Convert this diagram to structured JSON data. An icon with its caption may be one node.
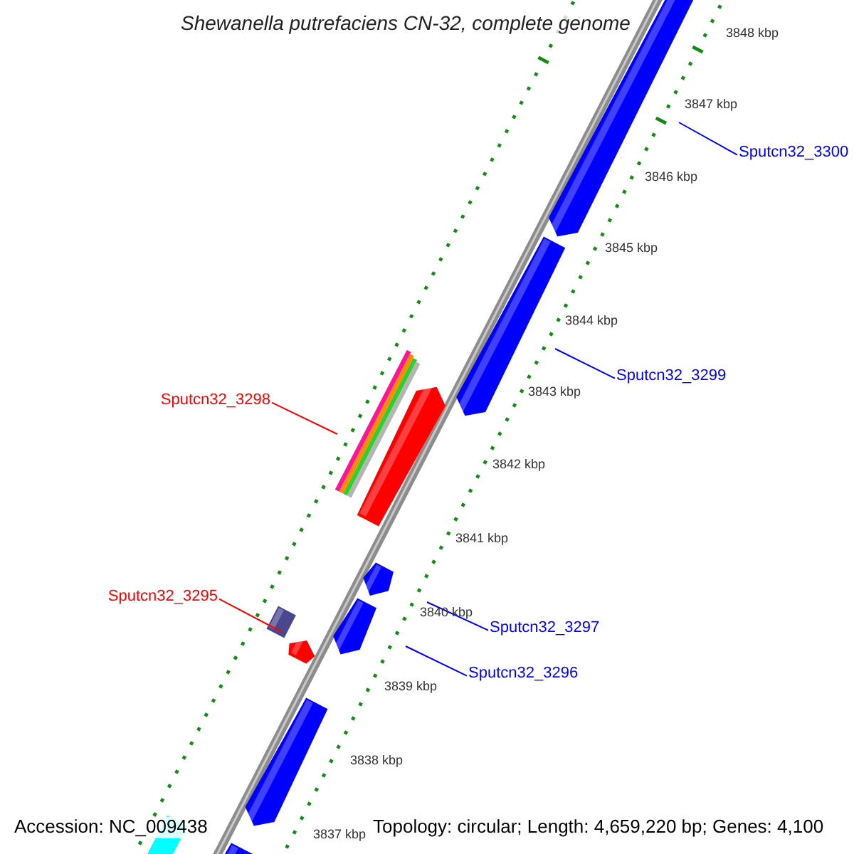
{
  "diagram": {
    "title": "Shewanella putrefaciens CN-32, complete genome",
    "nodes": [
      {
        "text": [
          "Sputcn32_3300"
        ]
      },
      {
        "text": [],
        "shape": "bar"
      },
      {
        "text": [
          "Sputcn32_3299"
        ]
      },
      {
        "text": [],
        "shape": "bar"
      },
      {
        "text": [
          "Sputcn32_3298"
        ]
      },
      {
        "text": [],
        "shape": "bar"
      },
      {
        "text": [
          "Sputcn32_3297"
        ]
      },
      {
        "text": [],
        "shape": "bar"
      },
      {
        "text": [
          "Sputcn32_3296"
        ]
      },
      {
        "text": [],
        "shape": "bar"
      },
      {
        "text": [
          "Sputcn32_3295"
        ]
      },
      {
        "text": [],
        "shape": "bar"
      }
    ],
    "edges": [
      {
        "from": 0,
        "to": 1,
        "arrow": "none",
        "color": "#0000ff"
      },
      {
        "from": 2,
        "to": 3,
        "arrow": "none",
        "color": "#0000ff"
      },
      {
        "from": 4,
        "to": 5,
        "arrow": "none",
        "color": "#ff0000"
      },
      {
        "from": 6,
        "to": 7,
        "arrow": "none",
        "color": "#0000ff"
      },
      {
        "from": 8,
        "to": 9,
        "arrow": "none",
        "color": "#0000ff"
      },
      {
        "from": 10,
        "to": 11,
        "arrow": "none",
        "color": "#ff0000"
      }
    ],
    "labels": [
      "3848 kbp",
      "3847 kbp",
      "3846 kbp",
      "3845 kbp",
      "3844 kbp",
      "3843 kbp",
      "3842 kbp",
      "3841 kbp",
      "3840 kbp",
      "3839 kbp",
      "3838 kbp",
      "3837 kbp",
      "Accession: NC_009438",
      "Topology: circular; Length: 4,659,220 bp; Genes: 4,100"
    ]
  }
}
